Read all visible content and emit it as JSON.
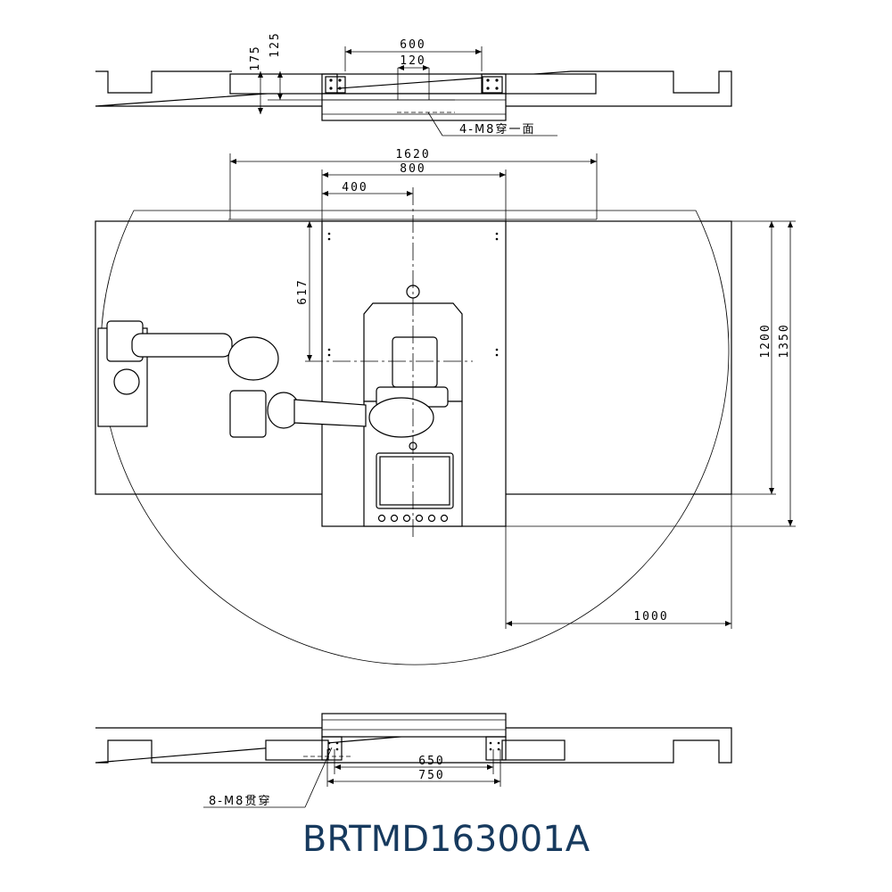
{
  "top_view": {
    "dims": {
      "overall_width": "600",
      "inner_width": "120",
      "height_a": "175",
      "height_b": "125"
    },
    "callout": "4-M8穿一面"
  },
  "plan_view": {
    "dims": {
      "overall": "1620",
      "base_width": "800",
      "half_width": "400",
      "offset": "617",
      "depth_a": "1200",
      "depth_b": "1350",
      "reach": "1000"
    }
  },
  "bottom_view": {
    "dims": {
      "inner": "650",
      "outer": "750"
    },
    "callout": "8-M8贯穿"
  },
  "model_code": "BRTMD163001A",
  "colors": {
    "line": "#000000",
    "title": "#173a5e"
  }
}
